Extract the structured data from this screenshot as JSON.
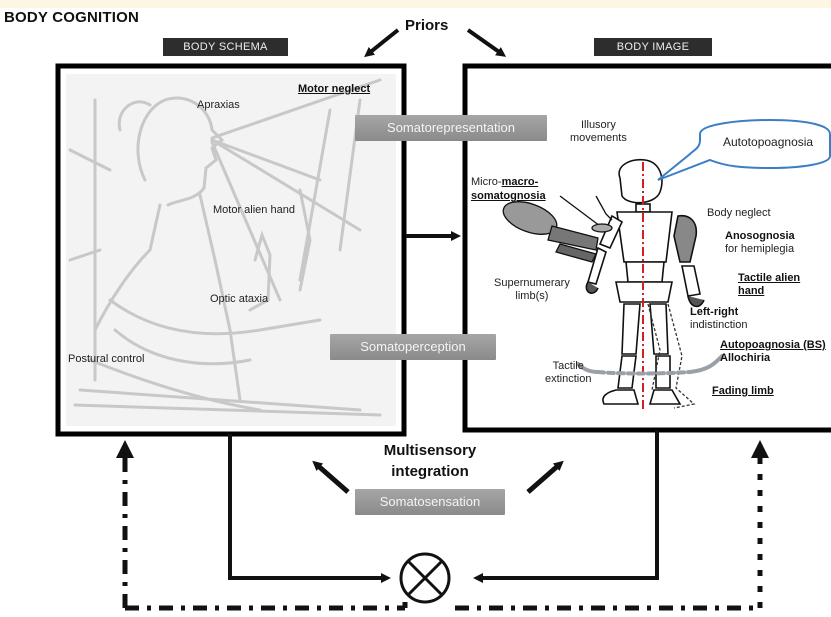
{
  "title": "BODY COGNITION",
  "priors": "Priors",
  "body_schema": {
    "header": "BODY SCHEMA",
    "labels": {
      "apraxias": "Apraxias",
      "motor_neglect": "Motor neglect",
      "motor_alien_hand": "Motor alien hand",
      "optic_ataxia": "Optic ataxia",
      "postural_control": "Postural control"
    }
  },
  "body_image": {
    "header": "BODY IMAGE",
    "labels": {
      "illusory_movements_1": "Illusory",
      "illusory_movements_2": "movements",
      "autotopoagnosia": "Autotopoagnosia",
      "micro_prefix": "Micro-",
      "macro": "macro-",
      "somatognosia": "somatognosia",
      "body_neglect": "Body neglect",
      "anosognosia": "Anosognosia",
      "for_hemiplegia": "for hemiplegia",
      "tactile_alien": "Tactile alien",
      "hand": "hand",
      "supernumerary_1": "Supernumerary",
      "supernumerary_2": "limb(s)",
      "left_right": "Left-right",
      "indistinction": "indistinction",
      "autopoagnosia_bs": "Autopoagnosia (BS)",
      "allochiria": "Allochiria",
      "tactile_1": "Tactile",
      "tactile_2": "extinction",
      "fading_limb": "Fading limb"
    }
  },
  "processes": {
    "somatorepresentation": "Somatorepresentation",
    "somatoperception": "Somatoperception",
    "somatosensation": "Somatosensation",
    "multisensory_1": "Multisensory",
    "multisensory_2": "integration"
  },
  "colors": {
    "midline": "#d02020",
    "callout": "#3a7ec8",
    "gray_box": "#999999",
    "dark_label": "#2d2d2d"
  }
}
